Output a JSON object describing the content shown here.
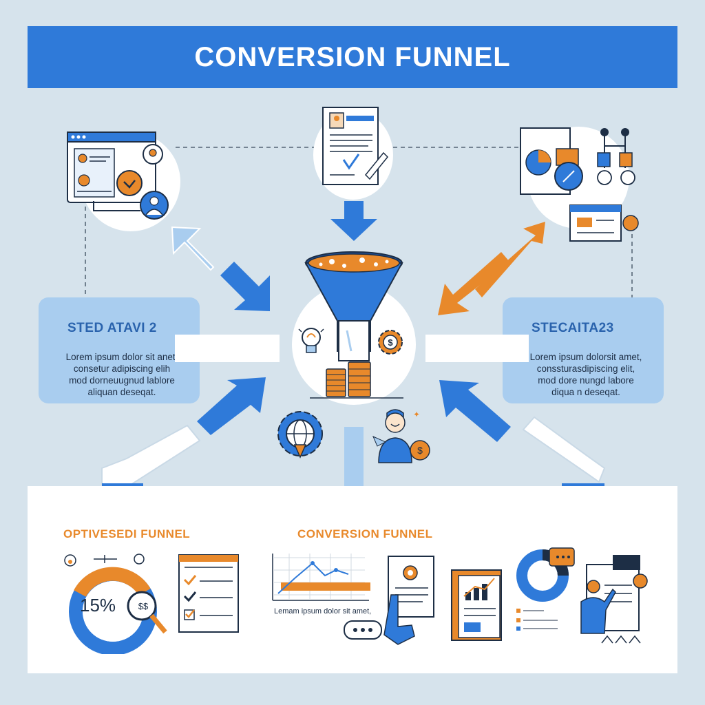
{
  "header": {
    "title": "CONVERSION FUNNEL"
  },
  "left_card": {
    "title": "STED ATAVI 2",
    "body": "Lorem ipsum dolor sit anet,\nconsetur adipiscing elih\nmod dorneuugnud lablore\naliquan deseqat."
  },
  "right_card": {
    "title": "STECAITA23",
    "body": "Lorem ipsum dolorsit amet,\nconssturasdipiscing elit,\nmod dore nungd labore\ndiqua n deseqat."
  },
  "bottom": {
    "left_title": "OPTIVESEDI FUNNEL",
    "center_title": "CONVERSION FUNNEL",
    "gauge_value": "15%",
    "chart_caption": "Lemam ipsum dolor sit amet,"
  },
  "colors": {
    "primary_blue": "#2f7ad9",
    "light_blue": "#a9cdef",
    "orange": "#e8892b",
    "background": "#d6e3ec",
    "navy": "#1d2e45"
  },
  "icons": [
    "browser-window-icon",
    "document-signature-icon",
    "report-dashboard-icon",
    "funnel-icon",
    "lightbulb-icon",
    "gear-dollar-icon",
    "coin-stack-icon",
    "globe-gear-icon",
    "customer-icon",
    "gauge-chart-icon",
    "checklist-icon",
    "line-chart-icon",
    "clipboard-icon",
    "bar-chart-document-icon",
    "donut-chart-icon",
    "presenter-icon"
  ]
}
